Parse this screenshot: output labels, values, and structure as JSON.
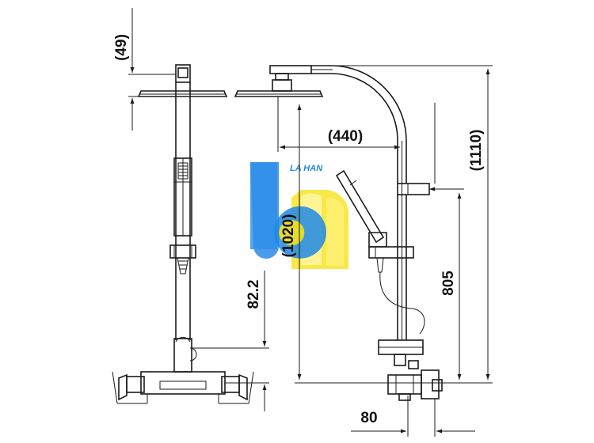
{
  "dimensions": {
    "top_offset": "(49)",
    "arm_reach": "(440)",
    "overall_height": "(1110)",
    "head_height": "(1020)",
    "handset_height": "805",
    "spout_height": "82.2",
    "mixer_depth": "80"
  },
  "watermark": {
    "text": "LA HAN",
    "colors": {
      "blue": "#1e88e5",
      "yellow": "#f4e000",
      "light_yellow": "#fff59d"
    }
  },
  "colors": {
    "line": "#1a1a1a",
    "background": "#ffffff"
  }
}
